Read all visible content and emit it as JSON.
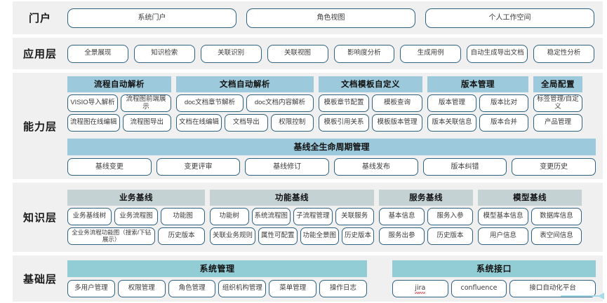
{
  "colors": {
    "band_bg": "#f0f0f0",
    "pill_border": "#2e6280",
    "group_head_blue": "#9ccadc",
    "group_head_gray": "#c5d2d4",
    "base_head": "#92cdd6",
    "accent_arrow": "#a8dceb"
  },
  "rows": {
    "portal": {
      "label": "门户",
      "items": [
        "系统门户",
        "角色视图",
        "个人工作空间"
      ]
    },
    "application": {
      "label": "应用层",
      "items": [
        "全景展现",
        "知识检索",
        "关联识别",
        "关联视图",
        "影响度分析",
        "生成用例",
        "自动生成导出文档",
        "稳定性分析"
      ]
    },
    "capability": {
      "label": "能力层",
      "groups": [
        {
          "title": "流程自动解析",
          "row1": [
            "VISIO导入解析",
            "流程图前端展示"
          ],
          "row2": [
            "流程图在线编辑",
            "流程图导出"
          ]
        },
        {
          "title": "文档自动解析",
          "row1": [
            "doc文档章节解析",
            "doc文档内容解析"
          ],
          "row2": [
            "文档在线编辑",
            "文档导出",
            "权限控制"
          ]
        },
        {
          "title": "文档模板自定义",
          "row1": [
            "模板章节配置",
            "模板查询"
          ],
          "row2": [
            "模板引用关系",
            "模板版本管理"
          ]
        },
        {
          "title": "版本管理",
          "row1": [
            "版本管理",
            "版本比对"
          ],
          "row2": [
            "版本关联信息",
            "版本合并"
          ]
        },
        {
          "title": "全局配置",
          "row1": [
            "标签管理/自定义"
          ],
          "row2": [
            "产品管理"
          ]
        }
      ],
      "lifecycle": {
        "title": "基线全生命周期管理",
        "items": [
          "基线变更",
          "变更评审",
          "基线修订",
          "基线发布",
          "版本纠错",
          "变更历史"
        ]
      }
    },
    "knowledge": {
      "label": "知识层",
      "groups": [
        {
          "title": "业务基线",
          "row1": [
            "业务基线树",
            "业务流程图",
            "功能图"
          ],
          "row2": [
            "全业务流程功能图（搜索/下钻展示）",
            "历史版本"
          ]
        },
        {
          "title": "功能基线",
          "row1": [
            "功能树",
            "系统流程图",
            "子流程管理",
            "关联服务"
          ],
          "row2": [
            "关联业务规则",
            "属性可配置",
            "功能全景图",
            "历史版本"
          ]
        },
        {
          "title": "服务基线",
          "row1": [
            "基本信息",
            "服务入参"
          ],
          "row2": [
            "服务出参",
            "历史版本"
          ]
        },
        {
          "title": "模型基线",
          "row1": [
            "模型基本信息",
            "数据库信息"
          ],
          "row2": [
            "用户信息",
            "表空间信息"
          ]
        }
      ]
    },
    "foundation": {
      "label": "基础层",
      "groups": [
        {
          "title": "系统管理",
          "items": [
            "多用户管理",
            "权限管理",
            "角色管理",
            "组织机构管理",
            "菜单管理",
            "操作日志"
          ]
        },
        {
          "title": "系统接口",
          "items": [
            "jira",
            "confluence",
            "接口自动化平台"
          ]
        }
      ]
    }
  }
}
